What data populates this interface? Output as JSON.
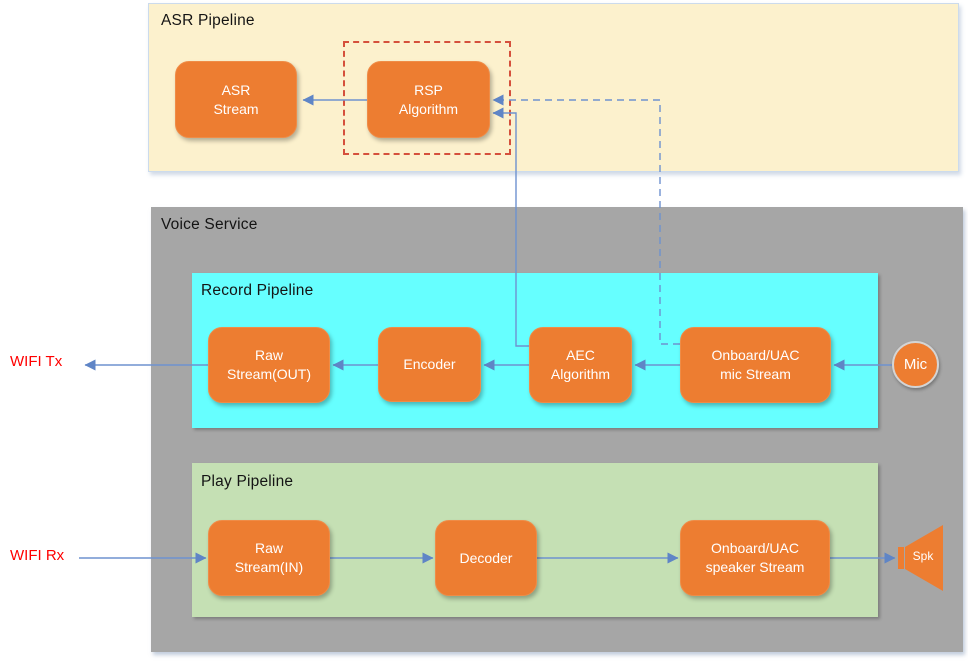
{
  "asr_pipeline": {
    "title": "ASR Pipeline",
    "nodes": {
      "asr_stream": {
        "label": "ASR\nStream"
      },
      "rsp_algorithm": {
        "label": "RSP\nAlgorithm"
      }
    }
  },
  "voice_service": {
    "title": "Voice Service",
    "record_pipeline": {
      "title": "Record Pipeline",
      "nodes": {
        "raw_stream_out": {
          "label": "Raw\nStream(OUT)"
        },
        "encoder": {
          "label": "Encoder"
        },
        "aec_algorithm": {
          "label": "AEC\nAlgorithm"
        },
        "mic_stream": {
          "label": "Onboard/UAC\nmic Stream"
        }
      }
    },
    "play_pipeline": {
      "title": "Play Pipeline",
      "nodes": {
        "raw_stream_in": {
          "label": "Raw\nStream(IN)"
        },
        "decoder": {
          "label": "Decoder"
        },
        "speaker_stream": {
          "label": "Onboard/UAC\nspeaker Stream"
        }
      }
    }
  },
  "endpoints": {
    "wifi_tx": "WIFI Tx",
    "wifi_rx": "WIFI Rx",
    "mic": "Mic",
    "spk": "Spk"
  },
  "colors": {
    "panel_yellow": "#FCF1CD",
    "panel_gray": "#A6A6A6",
    "panel_cyan": "#66FFFF",
    "panel_green": "#C5E0B4",
    "node_orange": "#ED7D31",
    "connector_blue": "#6E92CF",
    "arrowhead_blue": "#5F85C6",
    "highlight_red_dash": "#D5503C",
    "wifi_label_red": "#FF0000",
    "node_text": "#FFFFFF",
    "title_text": "#141414"
  }
}
